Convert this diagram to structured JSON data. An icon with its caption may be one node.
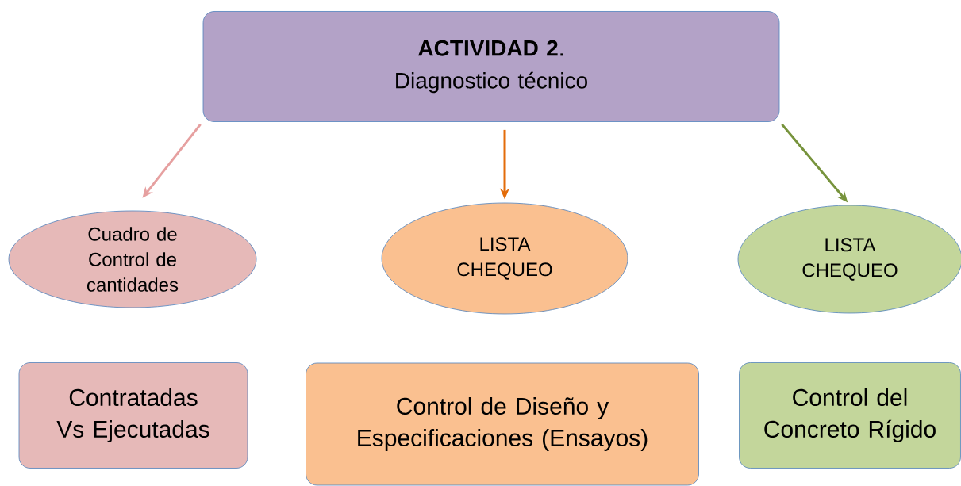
{
  "diagram": {
    "nodes": [
      {
        "text": [
          "**ACTIVIDAD 2**.",
          "Diagnostico técnico"
        ]
      },
      {
        "text": [
          "Cuadro de Control de cantidades"
        ]
      },
      {
        "text": [
          "LISTA CHEQUEO"
        ]
      },
      {
        "text": [
          "LISTA CHEQUEO"
        ]
      },
      {
        "text": [
          "Contratadas Vs Ejecutadas"
        ]
      },
      {
        "text": [
          "Control de Diseño y Especificaciones (Ensayos)"
        ]
      },
      {
        "text": [
          "Control del Concreto Rígido"
        ]
      }
    ],
    "edges": [
      {
        "from": 0,
        "to": 1,
        "arrow": "to",
        "color": "#e6a0a0"
      },
      {
        "from": 0,
        "to": 2,
        "arrow": "to",
        "color": "#e36c0a"
      },
      {
        "from": 0,
        "to": 3,
        "arrow": "to",
        "color": "#77933c"
      }
    ]
  }
}
